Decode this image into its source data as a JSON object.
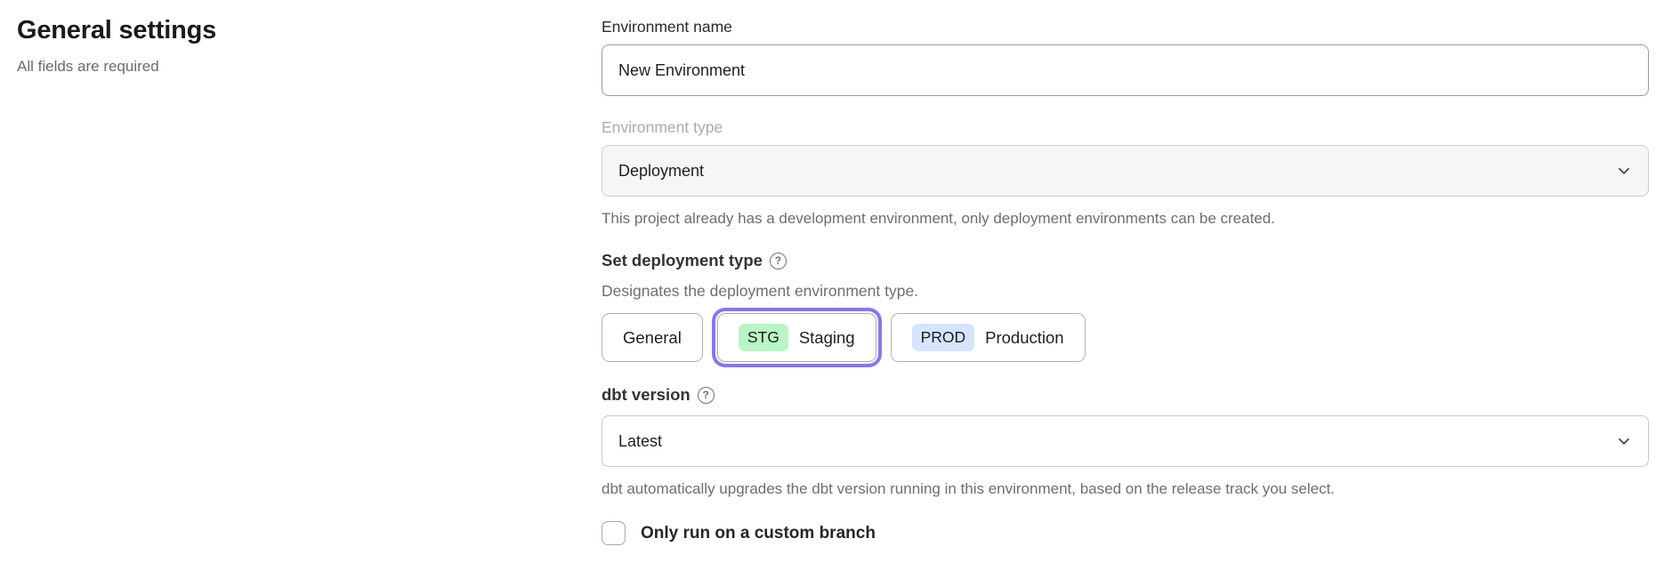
{
  "header": {
    "title": "General settings",
    "subtitle": "All fields are required"
  },
  "form": {
    "environment_name": {
      "label": "Environment name",
      "value": "New Environment"
    },
    "environment_type": {
      "label": "Environment type",
      "value": "Deployment",
      "helper": "This project already has a development environment, only deployment environments can be created."
    },
    "deployment_type": {
      "label": "Set deployment type",
      "description": "Designates the deployment environment type.",
      "options": [
        {
          "label": "General",
          "badge": "",
          "selected": false
        },
        {
          "label": "Staging",
          "badge": "STG",
          "badge_bg": "#b9f5c6",
          "selected": true
        },
        {
          "label": "Production",
          "badge": "PROD",
          "badge_bg": "#d5e5fd",
          "selected": false
        }
      ]
    },
    "dbt_version": {
      "label": "dbt version",
      "value": "Latest",
      "helper": "dbt automatically upgrades the dbt version running in this environment, based on the release track you select."
    },
    "custom_branch": {
      "label": "Only run on a custom branch",
      "checked": false
    }
  },
  "icons": {
    "help_glyph": "?",
    "chevron_down": "chevron-down"
  },
  "colors": {
    "selected_ring": "#8478ed",
    "staging_badge_bg": "#b9f5c6",
    "production_badge_bg": "#d5e5fd",
    "disabled_field_bg": "#f6f6f7"
  }
}
